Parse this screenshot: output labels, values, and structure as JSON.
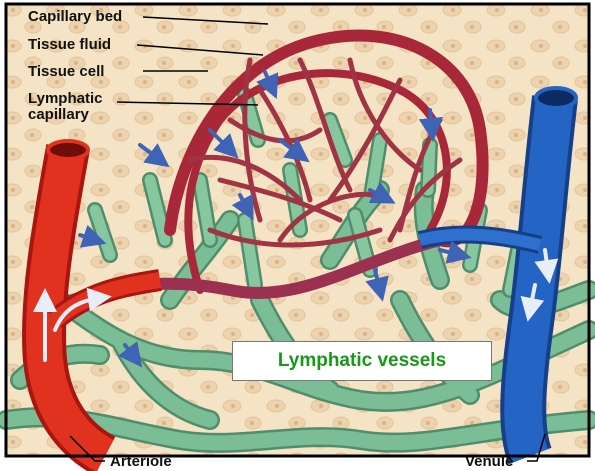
{
  "labels": {
    "capillary_bed": "Capillary bed",
    "tissue_fluid": "Tissue fluid",
    "tissue_cell": "Tissue cell",
    "lymphatic_capillary": "Lymphatic",
    "lymphatic_capillary_2": "capillary",
    "lymphatic_vessels": "Lymphatic vessels",
    "arteriole": "Arteriole",
    "venule": "Venule"
  },
  "colors": {
    "background": "#f4e3c4",
    "arteriole": "#d8281c",
    "capillary": "#b7343a",
    "venule": "#1f5bb8",
    "lymphatic": "#6fae8a",
    "lymphatic_label": "#159a15",
    "arrow": "#3f63b5",
    "frame": "#000000"
  }
}
